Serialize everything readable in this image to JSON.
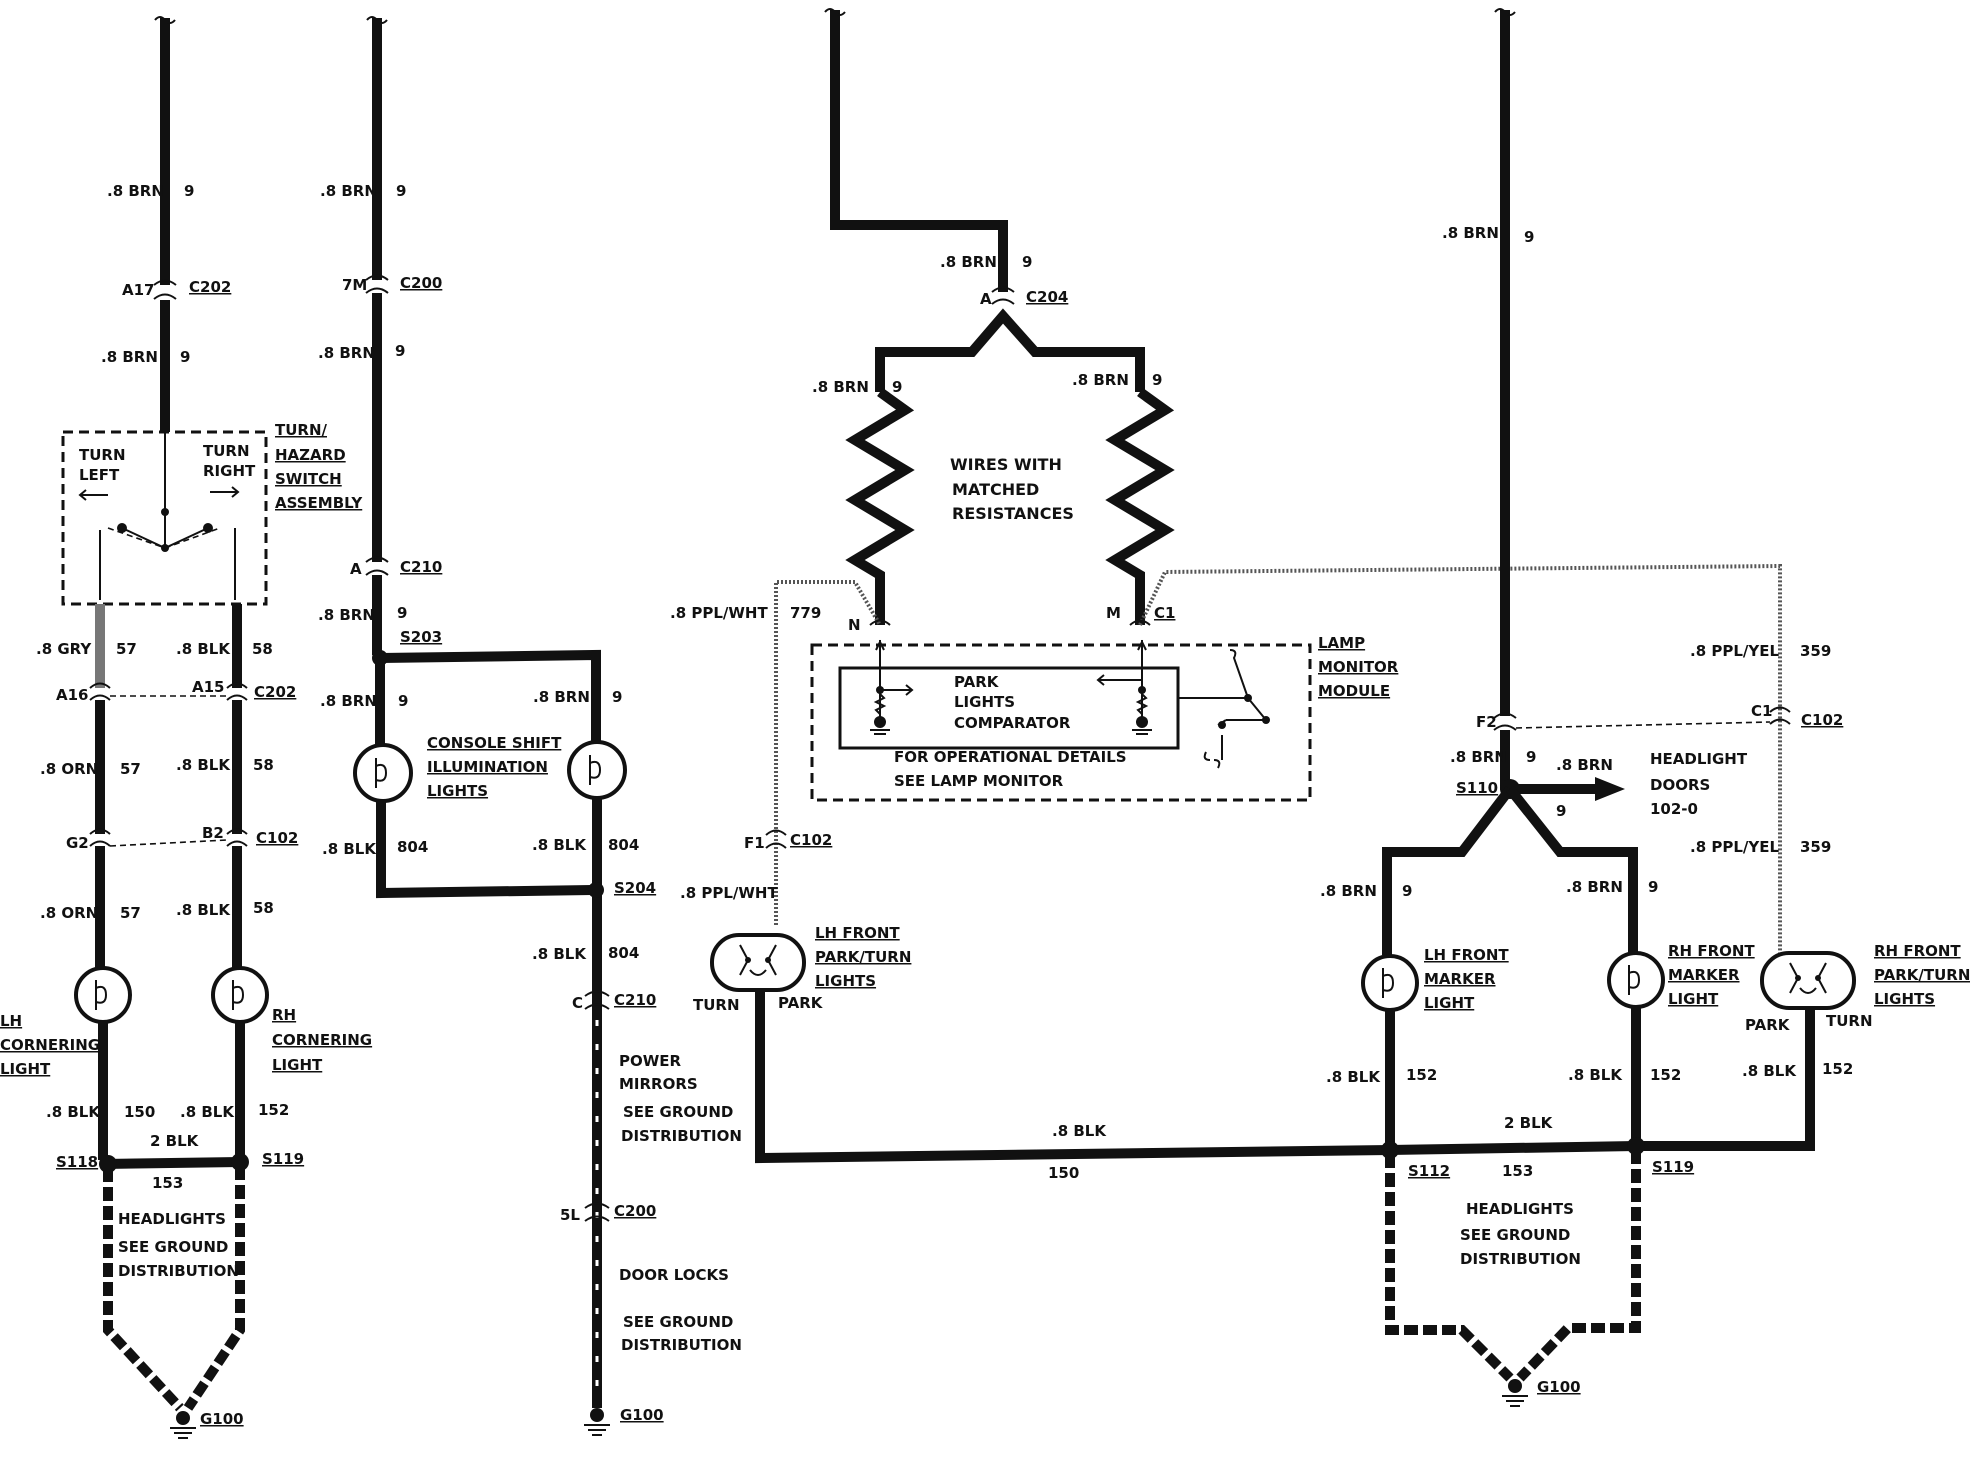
{
  "labels": {
    "c1_top_wire": ".8 BRN",
    "c1_top_circ": "9",
    "c1_conn_pin": "A17",
    "c1_conn": "C202",
    "c1_mid_wire": ".8 BRN",
    "c1_mid_circ": "9",
    "sw_left_1": "TURN",
    "sw_left_2": "LEFT",
    "sw_right_1": "TURN",
    "sw_right_2": "RIGHT",
    "sw_name_1": "TURN/",
    "sw_name_2": "HAZARD",
    "sw_name_3": "SWITCH",
    "sw_name_4": "ASSEMBLY",
    "gry_wire": ".8 GRY",
    "gry_circ": "57",
    "blk_wire_a": ".8 BLK",
    "blk_circ_a": "58",
    "c202_pin_l": "A16",
    "c202_pin_r": "A15",
    "c202_lower": "C202",
    "orn_wire_1": ".8 ORN",
    "orn_circ_1": "57",
    "blk_wire_b": ".8 BLK",
    "blk_circ_b": "58",
    "c102_pin_l": "G2",
    "c102_pin_r": "B2",
    "c102_left": "C102",
    "orn_wire_2": ".8 ORN",
    "orn_circ_2": "57",
    "blk_wire_c": ".8 BLK",
    "blk_circ_c": "58",
    "lh_corner_1": "LH",
    "lh_corner_2": "CORNERING",
    "lh_corner_3": "LIGHT",
    "rh_corner_1": "RH",
    "rh_corner_2": "CORNERING",
    "rh_corner_3": "LIGHT",
    "blk150_l": ".8 BLK",
    "c150_l": "150",
    "blk152_l": ".8 BLK",
    "c152_l": "152",
    "two_blk_l": "2 BLK",
    "c153_l": "153",
    "s118": "S118",
    "s119_l": "S119",
    "hl_gnd_l_1": "HEADLIGHTS",
    "hl_gnd_l_2": "SEE GROUND",
    "hl_gnd_l_3": "DISTRIBUTION",
    "g100_l": "G100",
    "c2_top_wire": ".8 BRN",
    "c2_top_circ": "9",
    "c2_pin": "7M",
    "c2_conn": "C200",
    "c2_mid_wire": ".8 BRN",
    "c2_mid_circ": "9",
    "c210_pin": "A",
    "c210": "C210",
    "c2_low_wire": ".8 BRN",
    "c2_low_circ": "9",
    "s203": "S203",
    "c2_lamp_wire_l": ".8 BRN",
    "c2_lamp_circ_l": "9",
    "c2_lamp_wire_r": ".8 BRN",
    "c2_lamp_circ_r": "9",
    "console_1": "CONSOLE SHIFT",
    "console_2": "ILLUMINATION",
    "console_3": "LIGHTS",
    "blk804_l": ".8 BLK",
    "c804_l": "804",
    "blk804_r": ".8 BLK",
    "c804_r": "804",
    "s204": "S204",
    "blk804_b": ".8 BLK",
    "c804_b": "804",
    "c210b_pin": "C",
    "c210b": "C210",
    "pm_1": "POWER",
    "pm_2": "MIRRORS",
    "pm_3": "SEE GROUND",
    "pm_4": "DISTRIBUTION",
    "c200b_pin": "5L",
    "c200b": "C200",
    "dl_1": "DOOR LOCKS",
    "dl_2": "SEE GROUND",
    "dl_3": "DISTRIBUTION",
    "g100_m": "G100",
    "c3_wire": ".8 BRN",
    "c3_circ": "9",
    "c204_pin": "A",
    "c204": "C204",
    "res_l_wire": ".8 BRN",
    "res_l_circ": "9",
    "res_r_wire": ".8 BRN",
    "res_r_circ": "9",
    "res_1": "WIRES WITH",
    "res_2": "MATCHED",
    "res_3": "RESISTANCES",
    "ppl_wire": ".8 PPL/WHT",
    "ppl_circ": "779",
    "pin_n": "N",
    "pin_m": "M",
    "pin_c1": "C1",
    "lm_1": "LAMP",
    "lm_2": "MONITOR",
    "lm_3": "MODULE",
    "plc_1": "PARK",
    "plc_2": "LIGHTS",
    "plc_3": "COMPARATOR",
    "ops_1": "FOR OPERATIONAL DETAILS",
    "ops_2": "SEE LAMP MONITOR",
    "f1_pin": "F1",
    "c102_f1": "C102",
    "ppl_wire_2": ".8 PPL/WHT",
    "lhf_1": "LH FRONT",
    "lhf_2": "PARK/TURN",
    "lhf_3": "LIGHTS",
    "lhf_turn": "TURN",
    "lhf_park": "PARK",
    "blk150_r": ".8 BLK",
    "c150_r": "150",
    "c4_wire": ".8 BRN",
    "c4_circ": "9",
    "f2_pin": "F2",
    "c1_pin_r": "C1",
    "c102_r": "C102",
    "ppl_yel_1": ".8 PPL/YEL",
    "c359_1": "359",
    "s110_wire": ".8 BRN",
    "s110_circ": "9",
    "s110": "S110",
    "hd_wire": ".8 BRN",
    "hd_circ": "9",
    "hd_1": "HEADLIGHT",
    "hd_2": "DOORS",
    "hd_3": "102-0",
    "ppl_yel_2": ".8 PPL/YEL",
    "c359_2": "359",
    "lm_wire_l": ".8 BRN",
    "lm_circ_l": "9",
    "rm_wire": ".8 BRN",
    "rm_circ": "9",
    "lhm_1": "LH FRONT",
    "lhm_2": "MARKER",
    "lhm_3": "LIGHT",
    "rhm_1": "RH FRONT",
    "rhm_2": "MARKER",
    "rhm_3": "LIGHT",
    "rhf_1": "RH FRONT",
    "rhf_2": "PARK/TURN",
    "rhf_3": "LIGHTS",
    "rhf_park": "PARK",
    "rhf_turn": "TURN",
    "blk152_a": ".8 BLK",
    "c152_a": "152",
    "blk152_b": ".8 BLK",
    "c152_b": "152",
    "blk152_c": ".8 BLK",
    "c152_c": "152",
    "two_blk_r": "2 BLK",
    "s112": "S112",
    "c153_r": "153",
    "s119_r": "S119",
    "hl_gnd_r_1": "HEADLIGHTS",
    "hl_gnd_r_2": "SEE GROUND",
    "hl_gnd_r_3": "DISTRIBUTION",
    "g100_r": "G100"
  }
}
